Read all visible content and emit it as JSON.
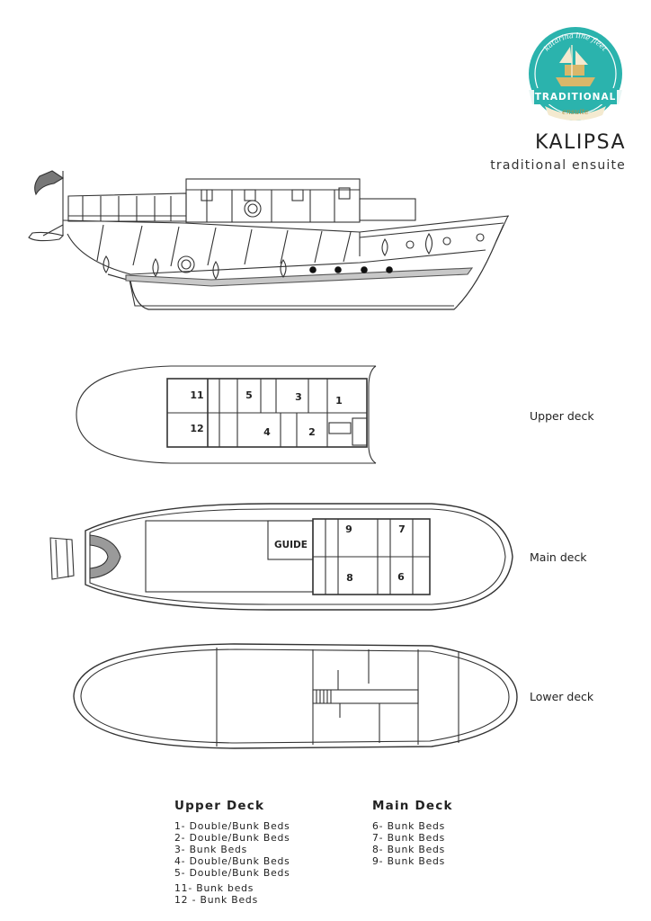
{
  "brand": {
    "logo_arc_text": "katarina line fleet",
    "logo_banner": "TRADITIONAL",
    "logo_script": "ensuite",
    "colors": {
      "teal": "#2bb3ad",
      "gold": "#d9b76a",
      "cream": "#f4ead0"
    }
  },
  "ship": {
    "name": "KALIPSA",
    "subtitle": "traditional ensuite"
  },
  "decks": {
    "upper_label": "Upper deck",
    "main_label": "Main deck",
    "lower_label": "Lower deck"
  },
  "cabins": {
    "upper": [
      "11",
      "5",
      "3",
      "1",
      "12",
      "4",
      "2"
    ],
    "main": [
      "9",
      "7",
      "8",
      "6"
    ],
    "guide": "GUIDE"
  },
  "legend": {
    "upper": {
      "title": "Upper Deck",
      "items": [
        "1- Double/Bunk Beds",
        "2- Double/Bunk Beds",
        "3- Bunk Beds",
        "4- Double/Bunk Beds",
        "5- Double/Bunk Beds",
        "11- Bunk beds",
        "12 - Bunk Beds"
      ]
    },
    "main": {
      "title": "Main Deck",
      "items": [
        "6- Bunk Beds",
        "7- Bunk Beds",
        "8- Bunk Beds",
        "9- Bunk Beds"
      ]
    }
  }
}
